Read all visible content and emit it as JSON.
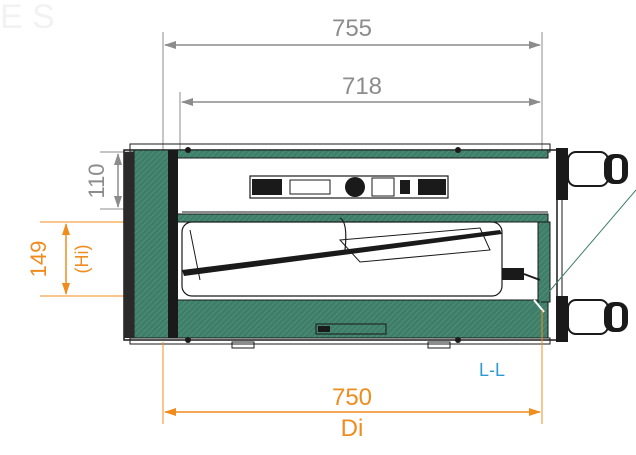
{
  "dimensions": {
    "overall_width": "755",
    "inner_width": "718",
    "top_height": "110",
    "inner_height": "149",
    "inner_height_sub": "(Hi)",
    "inner_depth": "750",
    "inner_depth_sub": "Di"
  },
  "section_label": "L-L",
  "colors": {
    "dimension_gray": "#8c8c8c",
    "dimension_orange": "#f08c1e",
    "section_fill": "#3f7f6a",
    "section_label": "#2b9bd6",
    "outline": "#1a1a1a"
  }
}
